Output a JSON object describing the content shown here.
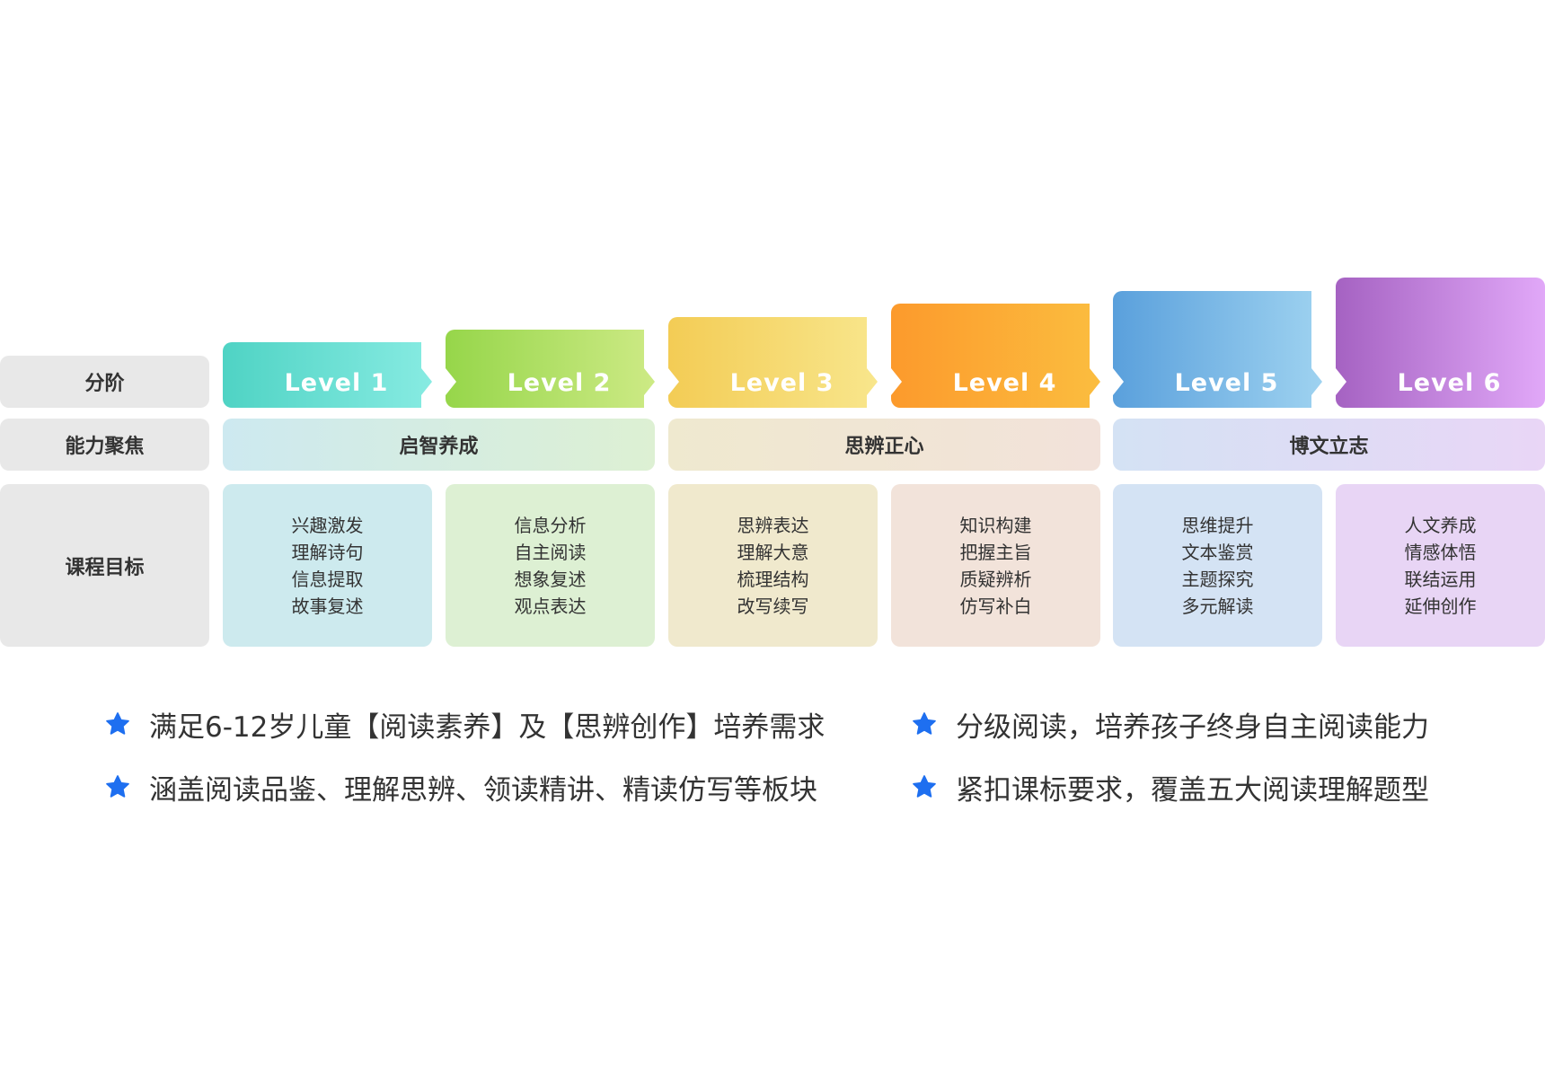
{
  "rows": {
    "stage": "分阶",
    "focus": "能力聚焦",
    "goals": "课程目标"
  },
  "levels": [
    {
      "label": "Level 1",
      "from": "#4fd3c4",
      "to": "#87ebe2"
    },
    {
      "label": "Level 2",
      "from": "#96d64a",
      "to": "#cdea85"
    },
    {
      "label": "Level 3",
      "from": "#f3cc55",
      "to": "#f8e68c"
    },
    {
      "label": "Level 4",
      "from": "#fc9a2c",
      "to": "#fbbd3f"
    },
    {
      "label": "Level 5",
      "from": "#5aa0dc",
      "to": "#9ed2f0"
    },
    {
      "label": "Level 6",
      "from": "#a562c2",
      "to": "#e1a8f8"
    }
  ],
  "focus": [
    {
      "label": "启智养成",
      "from": "#cde9f0",
      "to": "#ddf0d3"
    },
    {
      "label": "思辨正心",
      "from": "#efe9cf",
      "to": "#f2e2da"
    },
    {
      "label": "博文立志",
      "from": "#d4e2f4",
      "to": "#e9d6f6"
    }
  ],
  "goals": [
    {
      "items": [
        "兴趣激发",
        "理解诗句",
        "信息提取",
        "故事复述"
      ],
      "bg": "#cdeaee"
    },
    {
      "items": [
        "信息分析",
        "自主阅读",
        "想象复述",
        "观点表达"
      ],
      "bg": "#ddf0d3"
    },
    {
      "items": [
        "思辨表达",
        "理解大意",
        "梳理结构",
        "改写续写"
      ],
      "bg": "#f0e9cd"
    },
    {
      "items": [
        "知识构建",
        "把握主旨",
        "质疑辨析",
        "仿写补白"
      ],
      "bg": "#f2e3da"
    },
    {
      "items": [
        "思维提升",
        "文本鉴赏",
        "主题探究",
        "多元解读"
      ],
      "bg": "#d4e3f4"
    },
    {
      "items": [
        "人文养成",
        "情感体悟",
        "联结运用",
        "延伸创作"
      ],
      "bg": "#e8d5f5"
    }
  ],
  "bullets": [
    "满足6-12岁儿童【阅读素养】及【思辨创作】培养需求",
    "分级阅读，培养孩子终身自主阅读能力",
    "涵盖阅读品鉴、理解思辨、领读精讲、精读仿写等板块",
    "紧扣课标要求，覆盖五大阅读理解题型"
  ],
  "colors": {
    "star": "#1e6ff0",
    "label_bg": "#e8e8e8"
  }
}
